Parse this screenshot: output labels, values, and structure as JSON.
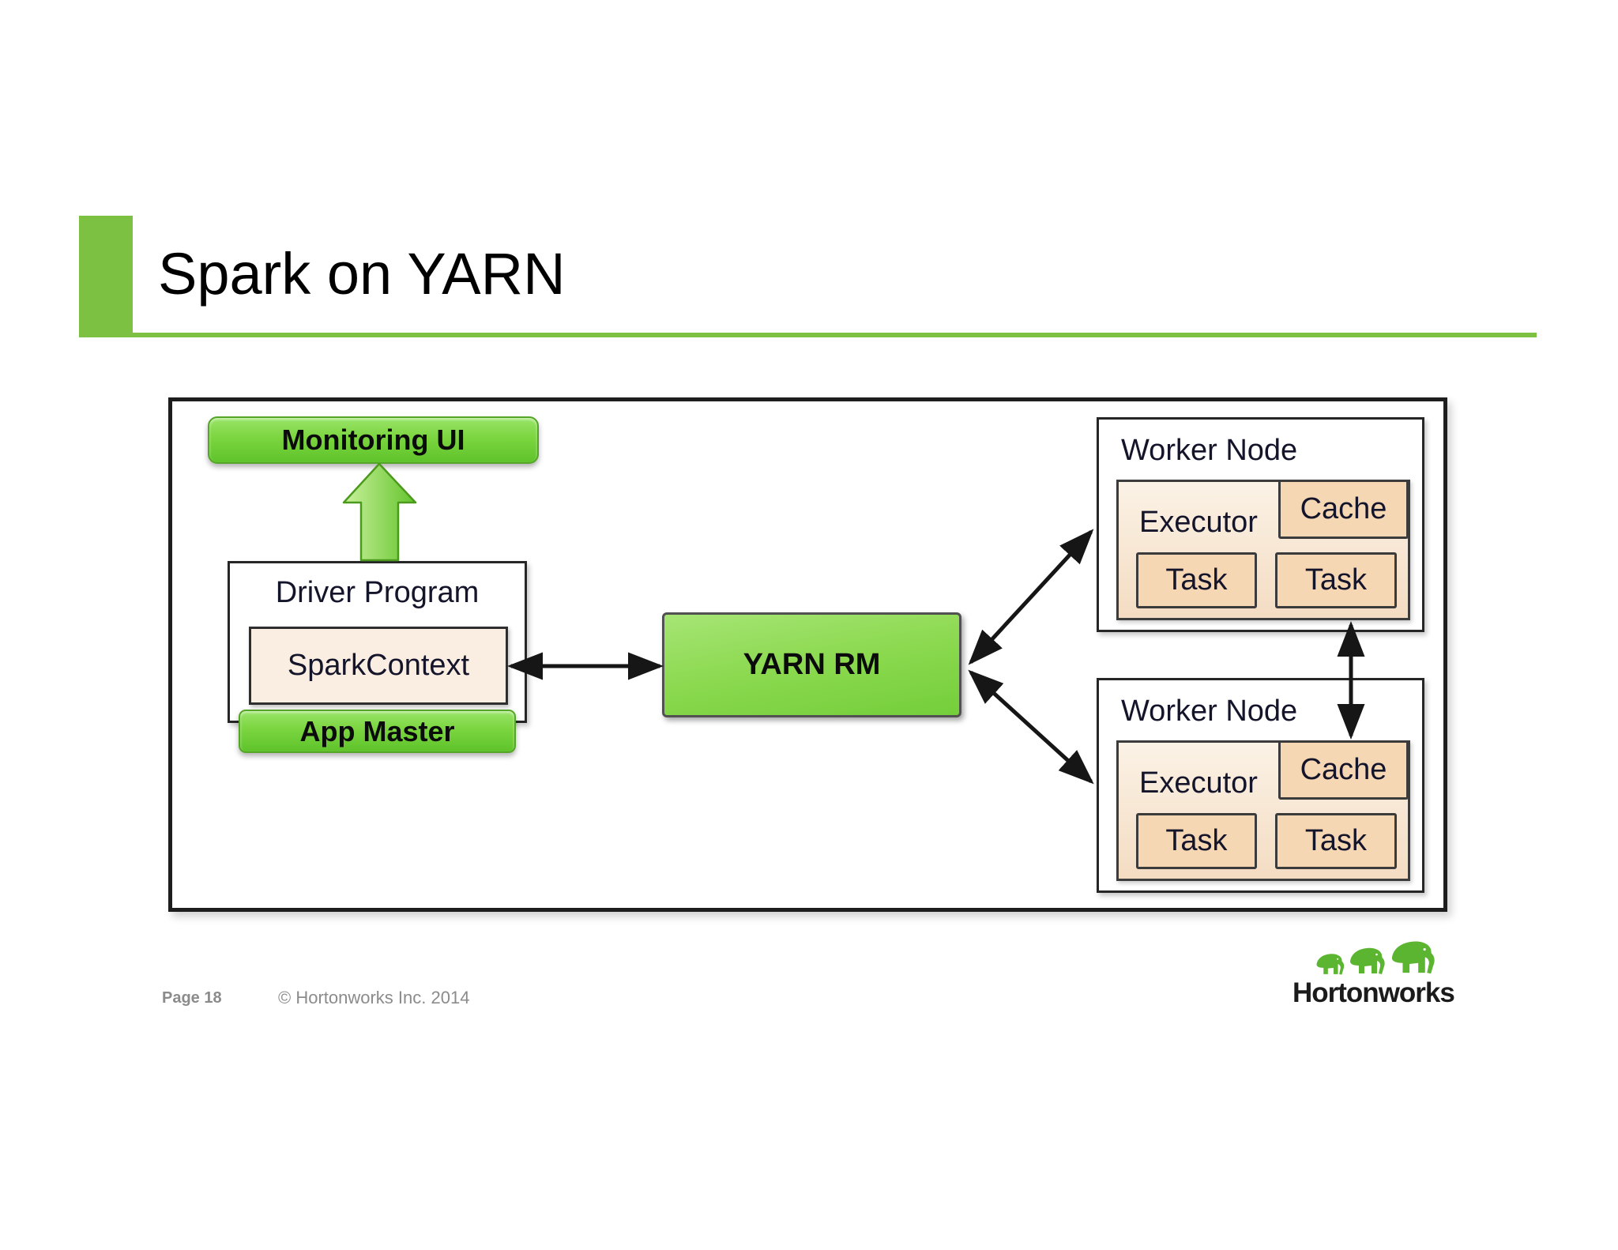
{
  "slide": {
    "title": "Spark on YARN"
  },
  "diagram": {
    "monitoring_ui": "Monitoring UI",
    "driver_program": "Driver Program",
    "spark_context": "SparkContext",
    "app_master": "App Master",
    "yarn_rm": "YARN RM",
    "worker_nodes": [
      {
        "title": "Worker Node",
        "executor": "Executor",
        "cache": "Cache",
        "tasks": [
          "Task",
          "Task"
        ]
      },
      {
        "title": "Worker Node",
        "executor": "Executor",
        "cache": "Cache",
        "tasks": [
          "Task",
          "Task"
        ]
      }
    ]
  },
  "footer": {
    "page": "Page 18",
    "copyright": "© Hortonworks Inc. 2014"
  },
  "logo": {
    "text": "Hortonworks"
  },
  "colors": {
    "accent_green": "#7cc142",
    "button_green_top": "#99e468",
    "button_green_bottom": "#5fc32b",
    "peach_light": "#faeee2",
    "peach_dark": "#f6d7b4",
    "logo_green": "#5cb531",
    "arrow_black": "#161616",
    "footer_gray": "#8b8b8b"
  }
}
